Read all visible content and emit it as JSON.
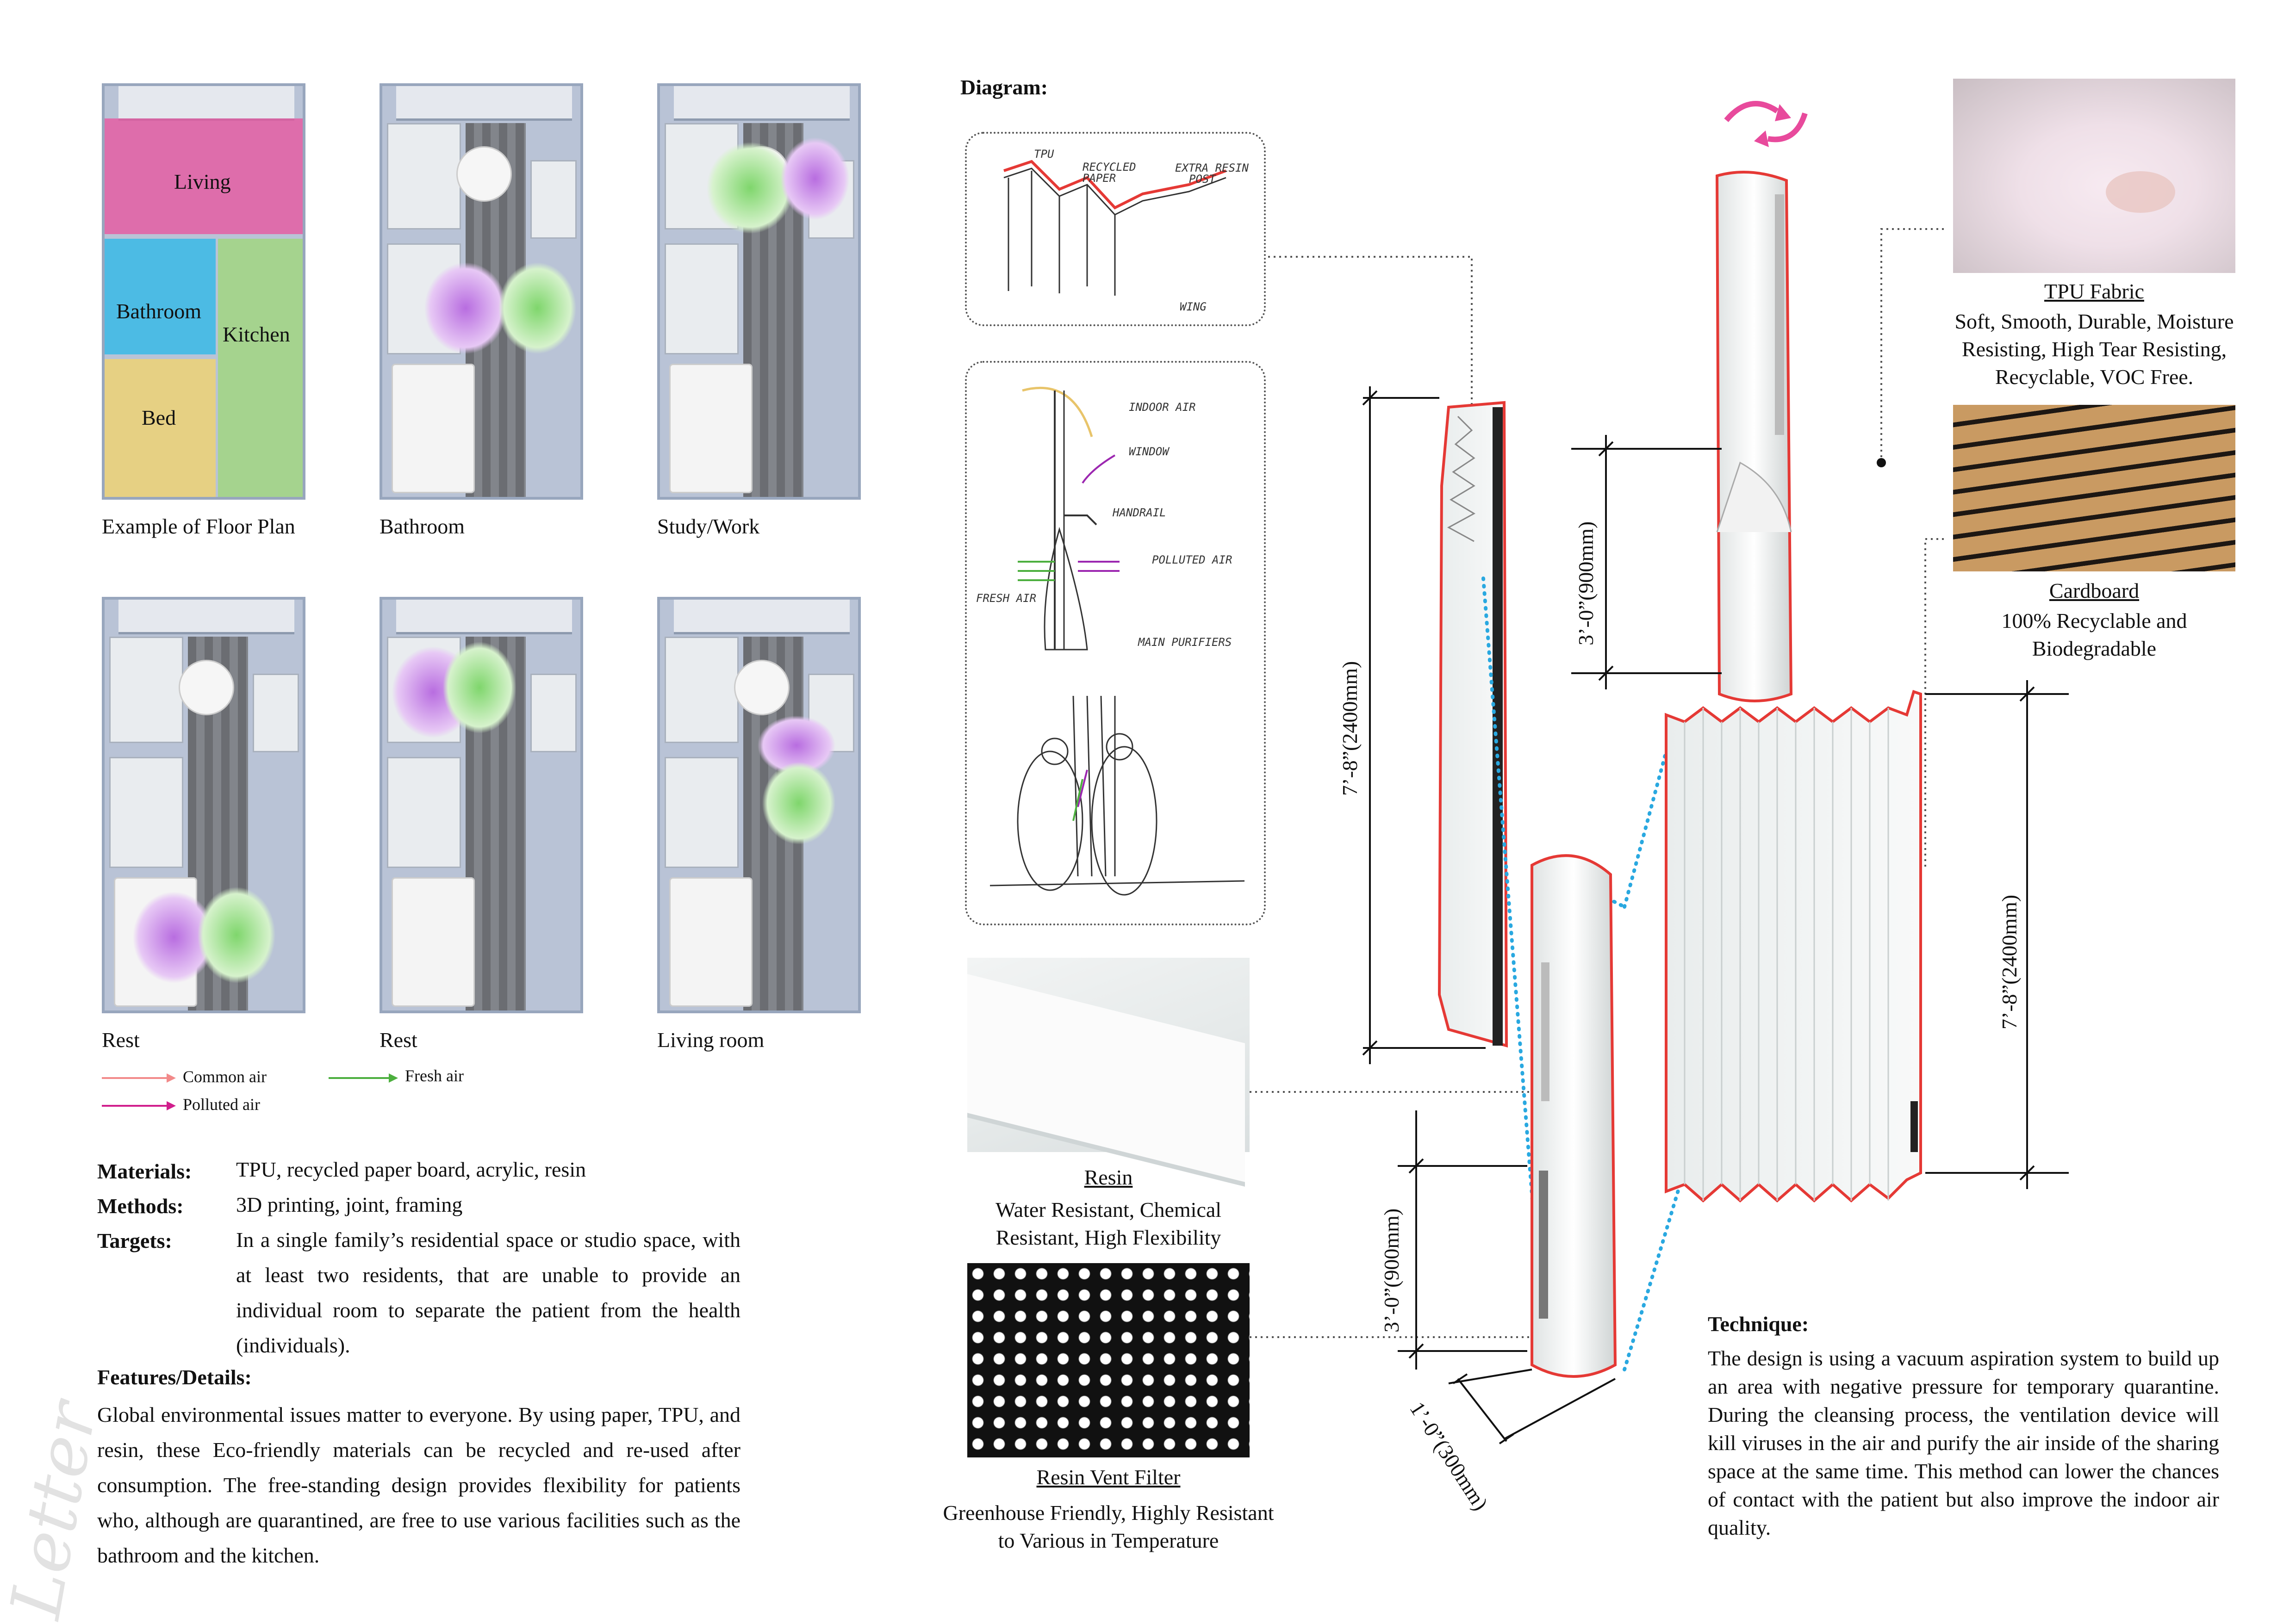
{
  "floor_plans": {
    "captions": [
      "Example of Floor Plan",
      "Bathroom",
      "Study/Work",
      "Rest",
      "Rest",
      "Living room"
    ],
    "zones": {
      "living": "Living",
      "bathroom": "Bathroom",
      "kitchen": "Kitchen",
      "bed": "Bed"
    },
    "zone_colors": {
      "living": "#e8559f",
      "bathroom": "#2db8e8",
      "kitchen": "#9fd77a",
      "bed": "#f2d36b"
    }
  },
  "legend": {
    "common_air": "Common air",
    "polluted_air": "Polluted air",
    "fresh_air": "Fresh air",
    "colors": {
      "common_air": "#f28a8a",
      "polluted_air": "#d01e8c",
      "fresh_air": "#4caf3e"
    }
  },
  "info": {
    "materials_key": "Materials:",
    "materials_val": "TPU, recycled paper board, acrylic, resin",
    "methods_key": "Methods:",
    "methods_val": "3D printing, joint, framing",
    "targets_key": "Targets:",
    "targets_val": "In a single family’s residential space or studio space, with at least two residents, that are unable to provide an individual room to separate the patient from the health (individuals).",
    "features_key": "Features/Details:",
    "features_val": "Global environmental issues matter to everyone. By using paper, TPU, and resin, these Eco-friendly materials can be recycled and re-used after consumption. The free-standing design provides flexibility for patients who, although are quarantined, are free to use various facilities such as the bathroom and the kitchen."
  },
  "watermark": "Letter",
  "diagram": {
    "title": "Diagram:",
    "sketch1_labels": {
      "tpu": "TPU",
      "recycled": "RECYCLED",
      "paper": "PAPER",
      "extra": "EXTRA RESIN",
      "post": "POST",
      "wing": "WING"
    },
    "sketch2_labels": {
      "indoor": "INDOOR AIR",
      "window": "WINDOW",
      "handrail": "HANDRAIL",
      "polluted": "POLLUTED AIR",
      "fresh": "FRESH AIR",
      "main": "MAIN PURIFIERS"
    }
  },
  "materials": {
    "resin_title": "Resin",
    "resin_desc": "Water Resistant, Chemical Resistant, High Flexibility",
    "vent_title": "Resin Vent Filter",
    "vent_desc": "Greenhouse Friendly, Highly Resistant to Various in Temperature",
    "tpu_title": "TPU Fabric",
    "tpu_desc": "Soft, Smooth, Durable, Moisture Resisting, High Tear Resisting, Recyclable, VOC Free.",
    "card_title": "Cardboard",
    "card_desc": "100% Recyclable and Biodegradable"
  },
  "dimensions": {
    "height_left": "7’-8”(2400mm)",
    "height_top": "3’-0”(900mm)",
    "height_bottom": "3’-0”(900mm)",
    "width_bottom": "1’-0”(300mm)",
    "height_right": "7’-8”(2400mm)"
  },
  "technique": {
    "title": "Technique:",
    "text": "The design is using a vacuum aspiration system to build up an area with negative pressure for temporary quarantine. During the cleansing process, the ventilation device will kill viruses in the air and purify the air inside of the sharing space at the same time. This method can lower the chances of contact with the patient but also improve the indoor air quality."
  }
}
